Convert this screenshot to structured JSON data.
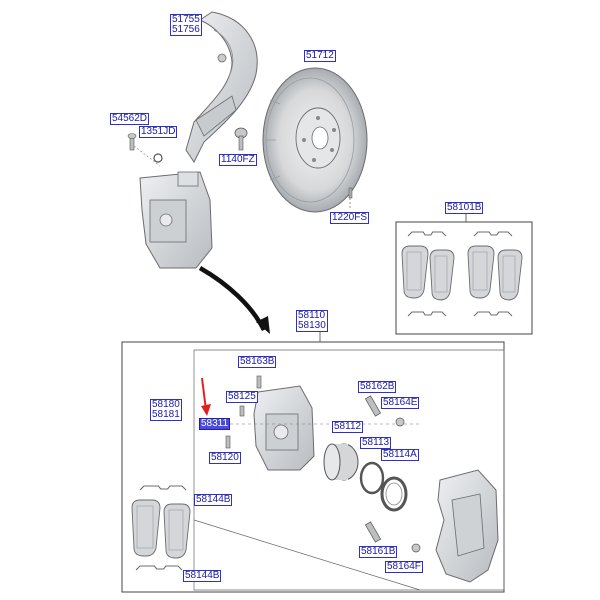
{
  "labels": {
    "shield": [
      "51755",
      "51756"
    ],
    "disc": "51712",
    "bolt_left": "54562D",
    "washer": "1351JD",
    "shield_bolt": "1140FZ",
    "disc_screw": "1220FS",
    "pad_kit": "58101B",
    "caliper_assy": [
      "58110",
      "58130"
    ],
    "guide_pin_boot": "58163B",
    "bleeder_cap": "58125",
    "bleeder_screw": "58120",
    "caliper_body": [
      "58180",
      "58181"
    ],
    "highlighted_part": "58311",
    "piston": "58112",
    "piston_seal": "58113",
    "piston_boot": "58114A",
    "guide_bolt_upper": "58162B",
    "pin_upper": "58164E",
    "pad_spring_upper": "58144B",
    "pad_spring_lower": "58144B",
    "guide_bolt_lower": "58161B",
    "pin_lower": "58164F"
  },
  "colors": {
    "label_border": "#3030c8",
    "label_text": "#1a1aa8",
    "highlight_fill": "#4a4ae0",
    "arrow": "#e02020",
    "part_fill": "#d8dadc",
    "part_stroke": "#6a6c70"
  }
}
